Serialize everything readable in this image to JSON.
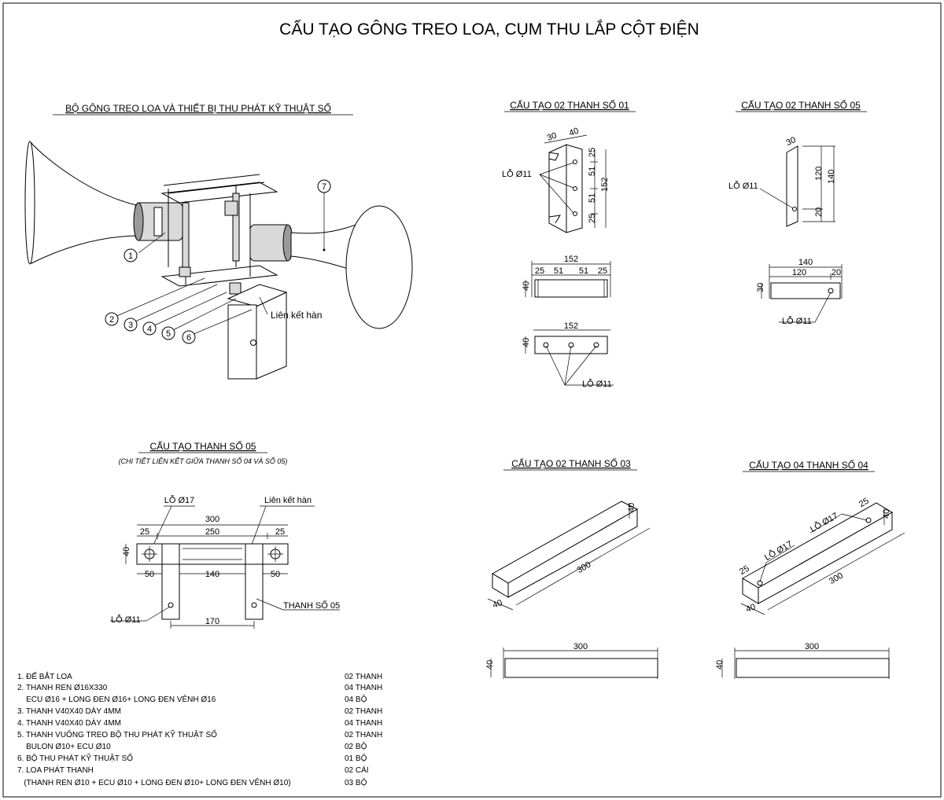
{
  "title": "CẤU TẠO GÔNG TREO LOA, CỤM THU LẮP CỘT ĐIỆN",
  "assembly": {
    "heading": "BỘ GÔNG TREO LOA VÀ THIẾT BỊ THU PHÁT KỸ THUẬT SỐ",
    "weld_label": "Liên kết hàn",
    "callouts": [
      "1",
      "2",
      "3",
      "4",
      "5",
      "6",
      "7"
    ]
  },
  "bar01": {
    "heading": "CẤU TẠO 02 THANH SỐ 01",
    "hole_label": "LỖ Ø11",
    "iso_dims": [
      "30",
      "40",
      "25",
      "51",
      "51",
      "25",
      "152"
    ],
    "side_dims": [
      "152",
      "25",
      "51",
      "51",
      "25",
      "40"
    ],
    "plan_dims": [
      "152",
      "40"
    ],
    "plan_hole_label": "LỖ Ø11"
  },
  "bar05_top": {
    "heading": "CẤU TẠO 02 THANH SỐ 05",
    "hole_label": "LỖ Ø11",
    "iso_dims": [
      "30",
      "120",
      "140",
      "20"
    ],
    "side_dims": [
      "140",
      "120",
      "20",
      "30"
    ],
    "side_hole_label": "LỖ Ø11"
  },
  "bar05_detail": {
    "heading": "CẤU TẠO THANH SỐ 05",
    "subheading": "(CHI TIẾT LIÊN KẾT GIỮA THANH SỐ 04 VÀ SỐ 05)",
    "hole17_label": "LỖ Ø17",
    "weld_label": "Liên kết hàn",
    "hole11_label": "LỖ Ø11",
    "bar_label": "THANH SỐ 05",
    "dims": [
      "300",
      "25",
      "250",
      "25",
      "40",
      "50",
      "140",
      "50",
      "170"
    ]
  },
  "bar03": {
    "heading": "CẤU TẠO 02 THANH SỐ 03",
    "iso_dims": [
      "40",
      "300",
      "40"
    ],
    "plan_dims": [
      "300",
      "40"
    ]
  },
  "bar04": {
    "heading": "CẤU TẠO 04 THANH SỐ 04",
    "hole_label_1": "LỖ Ø17",
    "hole_label_2": "LỖ Ø17",
    "iso_dims": [
      "25",
      "40",
      "25",
      "300",
      "40"
    ],
    "plan_dims": [
      "300",
      "40"
    ]
  },
  "parts_list": [
    {
      "name": "1. ĐẾ BẮT LOA",
      "qty": "02 THANH"
    },
    {
      "name": "2. THANH REN Ø16X330",
      "qty": "04 THANH"
    },
    {
      "name": "    ECU Ø16 + LONG ĐEN Ø16+ LONG ĐEN VÊNH Ø16",
      "qty": "04 BỘ"
    },
    {
      "name": "3. THANH V40X40 DÀY 4MM",
      "qty": "02 THANH"
    },
    {
      "name": "4. THANH V40X40 DÀY 4MM",
      "qty": "04 THANH"
    },
    {
      "name": "5. THANH VUÔNG TREO BỘ THU PHÁT KỸ THUẬT SỐ",
      "qty": "02 THANH"
    },
    {
      "name": "    BULON Ø10+ ECU Ø10",
      "qty": "02 BỘ"
    },
    {
      "name": "6. BỘ THU PHÁT KỸ THUẬT SỐ",
      "qty": "01 BỘ"
    },
    {
      "name": "7. LOA PHÁT THANH",
      "qty": "02 CÁI"
    },
    {
      "name": "   (THANH REN Ø10 + ECU Ø10 + LONG ĐEN Ø10+ LONG ĐEN VÊNH Ø10)",
      "qty": "03 BỘ"
    }
  ]
}
